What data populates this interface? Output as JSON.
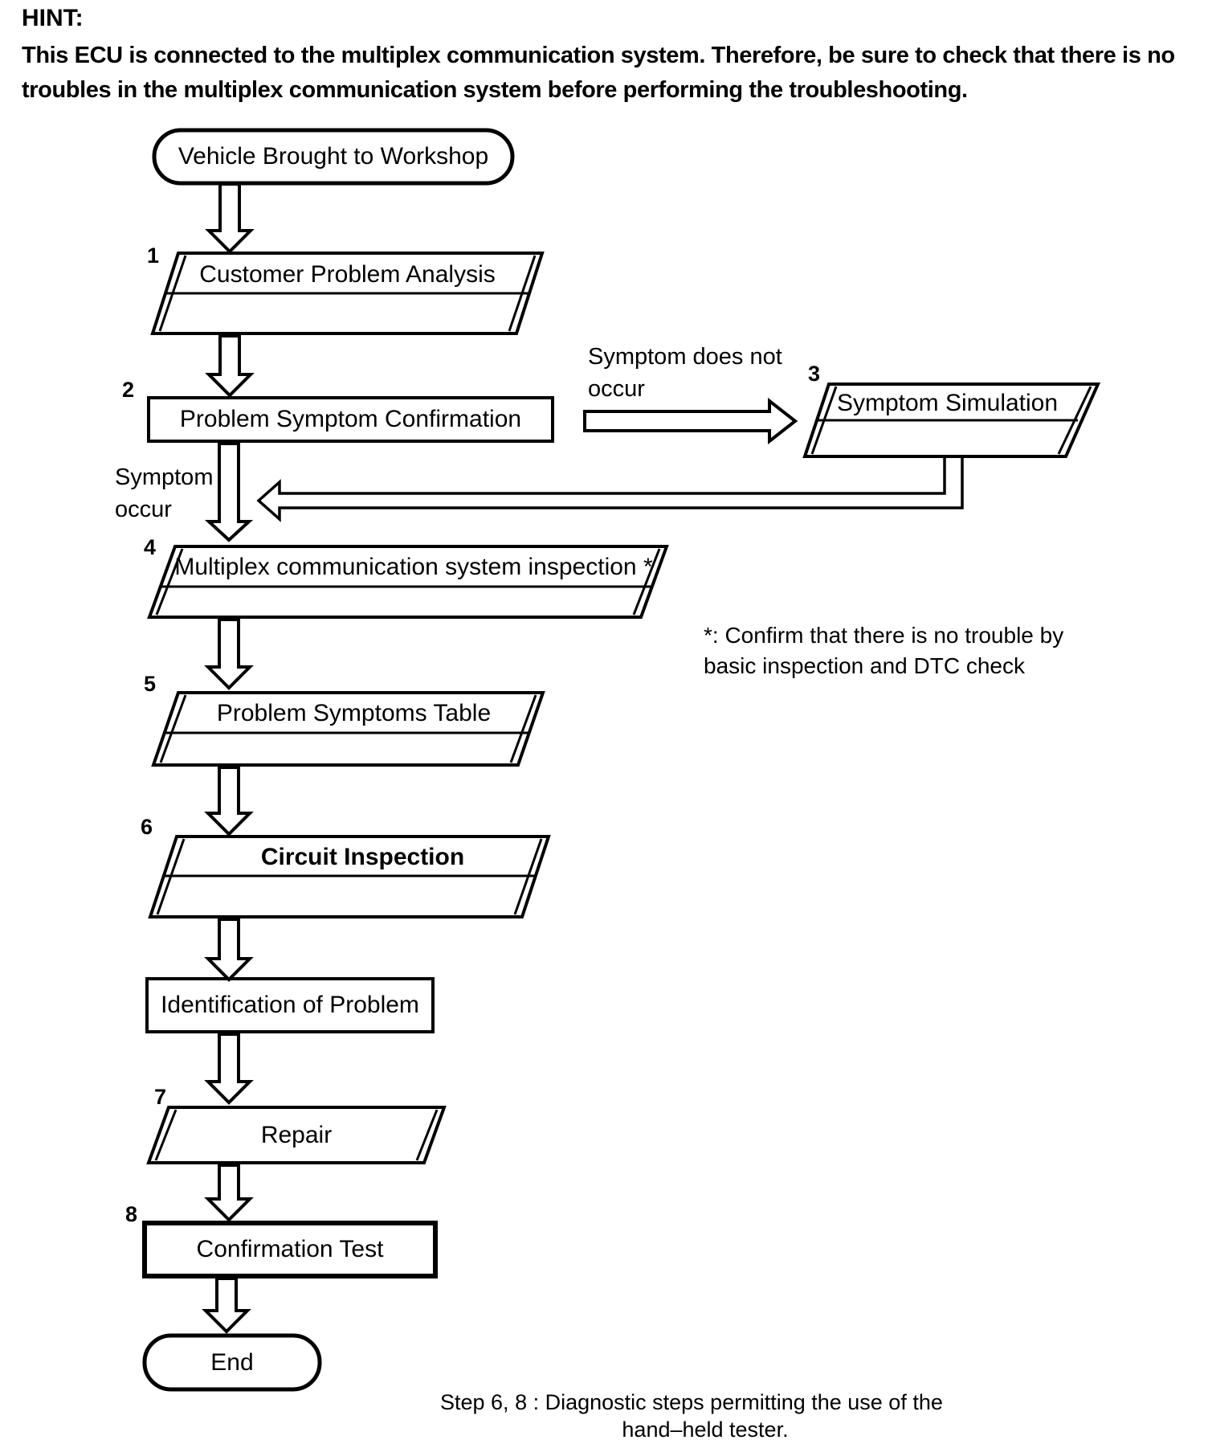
{
  "hint": {
    "title": "HINT:",
    "body": "This ECU is connected to the multiplex communication system. Therefore, be sure to check that there is no troubles in the multiplex communication system before performing the troubleshooting."
  },
  "flowchart": {
    "start": "Vehicle Brought to Workshop",
    "steps": [
      {
        "num": "1",
        "label": "Customer Problem Analysis"
      },
      {
        "num": "2",
        "label": "Problem Symptom Confirmation"
      },
      {
        "num": "3",
        "label": "Symptom Simulation"
      },
      {
        "num": "4",
        "label": "Multiplex communication system inspection *"
      },
      {
        "num": "5",
        "label": "Problem Symptoms Table"
      },
      {
        "num": "6",
        "label": "Circuit Inspection"
      },
      {
        "num": "7",
        "label": "Repair"
      },
      {
        "num": "8",
        "label": "Confirmation Test"
      }
    ],
    "identification": "Identification of Problem",
    "end": "End",
    "branch_no": "Symptom does not occur",
    "branch_yes": "Symptom occur",
    "footnote": "*: Confirm that there is no trouble by basic inspection and DTC check",
    "caption": {
      "line1": "Step 6, 8 : Diagnostic steps permitting the use of the",
      "line2": "hand–held tester."
    }
  }
}
